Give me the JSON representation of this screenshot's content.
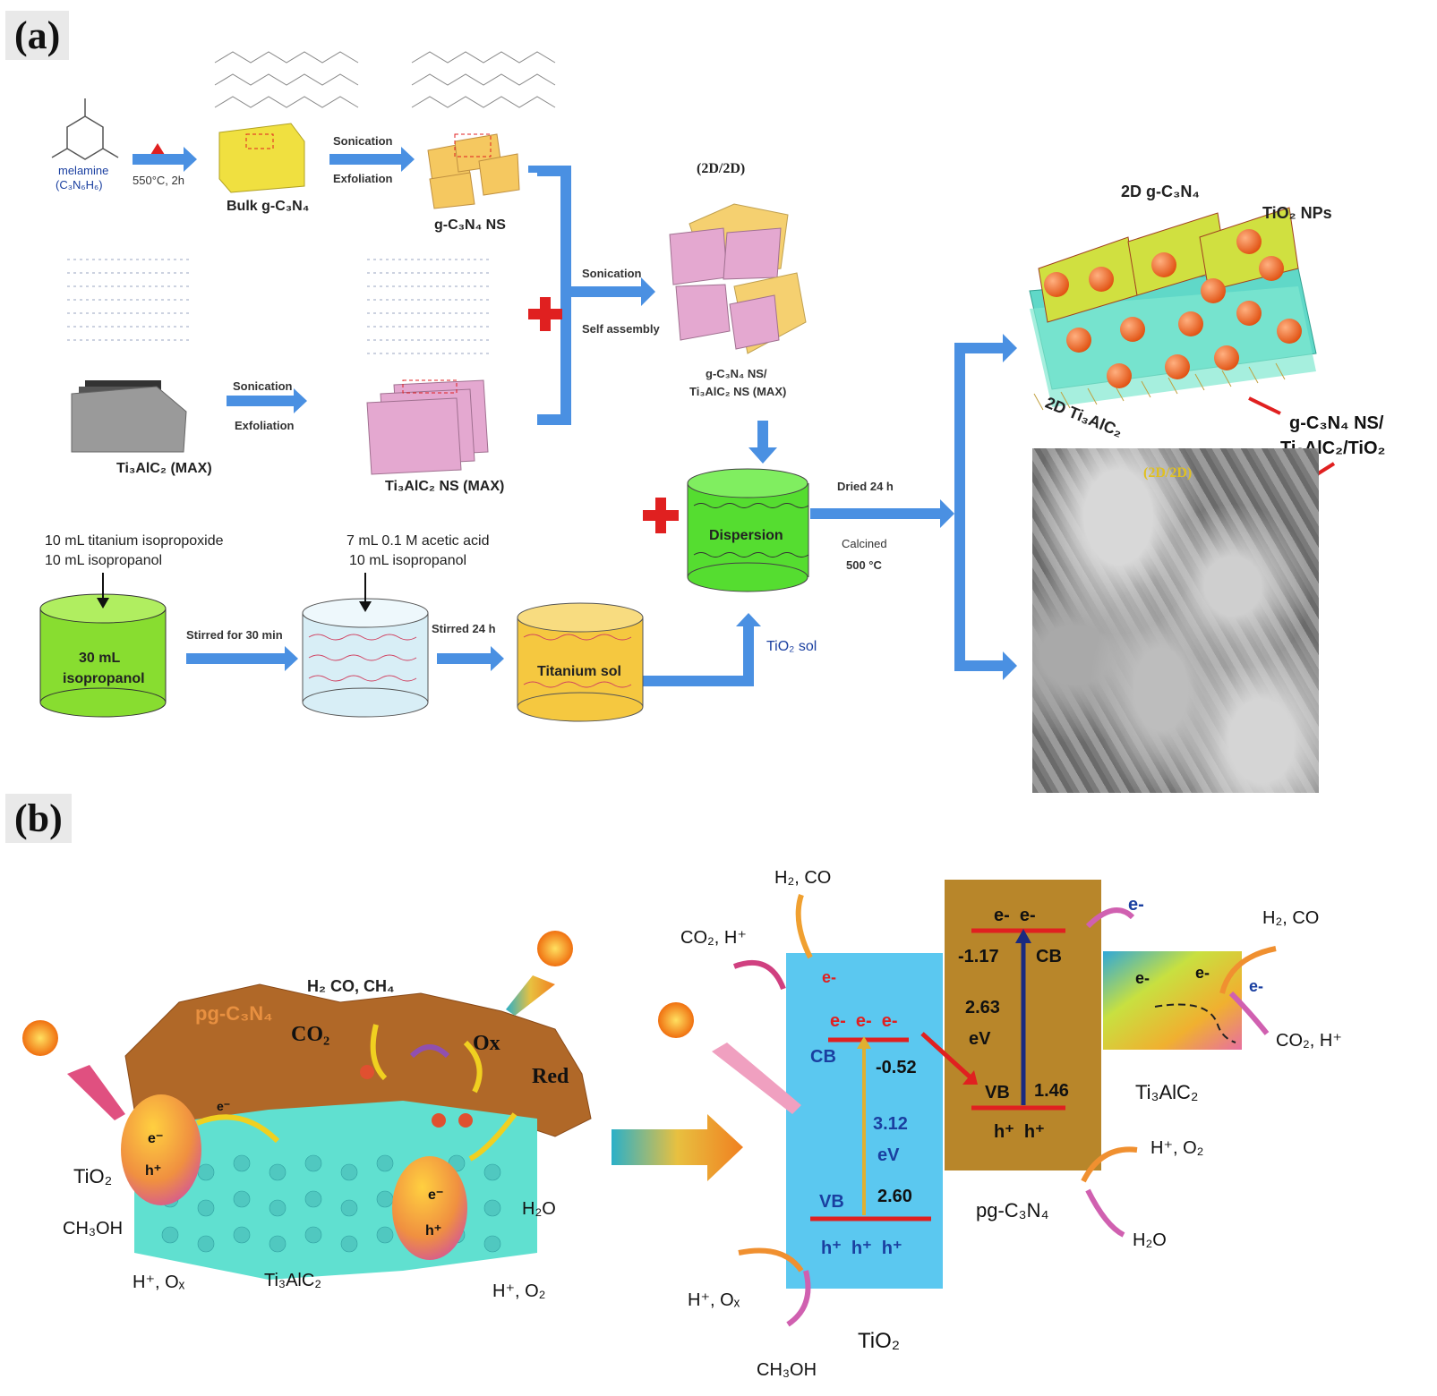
{
  "panel_a": {
    "label": "(a)",
    "melamine": {
      "name": "melamine",
      "formula": "(C₃N₆H₆)"
    },
    "step_heat": "550°C, 2h",
    "bulk_label": "Bulk g-C₃N₄",
    "son_exf_1": [
      "Sonication",
      "Exfoliation"
    ],
    "ns_label": "g-C₃N₄ NS",
    "max_label": "Ti₃AlC₂ (MAX)",
    "son_exf_2": [
      "Sonication",
      "Exfoliation"
    ],
    "max_ns_label": "Ti₃AlC₂ NS (MAX)",
    "assembly": [
      "Sonication",
      "Self assembly"
    ],
    "hetero_title": "(2D/2D)",
    "composite_label": [
      "g-C₃N₄ NS/",
      "Ti₃AlC₂ NS (MAX)"
    ],
    "dispersion": "Dispersion",
    "dried": "Dried 24 h",
    "calcined": [
      "Calcined",
      "500 °C"
    ],
    "tip_reagent": [
      "10 mL titanium isopropoxide",
      "10 mL isopropanol"
    ],
    "isopropanol_can": [
      "30 mL",
      "isopropanol"
    ],
    "stirred_30": "Stirred for 30 min",
    "acetic_reagent": [
      "7 mL 0.1 M acetic acid",
      "10 mL isopropanol"
    ],
    "stirred_24": "Stirred 24 h",
    "titanium_sol": "Titanium sol",
    "tio2_sol": "TiO₂ sol",
    "label_2d_gcn": "2D g-C₃N₄",
    "label_tio2_nps": "TiO₂ NPs",
    "label_2d_ti3alc2": "2D Ti₃AlC₂",
    "product": [
      "g-C₃N₄ NS/",
      "Ti₃AlC₂/TiO₂"
    ],
    "sem_label": "(2D/2D)"
  },
  "panel_b": {
    "label": "(b)",
    "left": {
      "pg_label": "pg-C₃N₄",
      "gases_top": "H₂ CO, CH₄",
      "co2": "CO₂",
      "ox": "Ox",
      "red": "Red",
      "tio2": "TiO₂",
      "ch3oh": "CH₃OH",
      "products_left": "H⁺, Oₓ",
      "ti3alc2": "Ti₃AlC₂",
      "h2o": "H₂O",
      "products_right": "H⁺, O₂",
      "electron": "e⁻",
      "hole": "h⁺"
    },
    "right": {
      "h2co_top": "H₂, CO",
      "co2h_left": "CO₂, H⁺",
      "tio2_cb": "CB",
      "tio2_cb_val": "-0.52",
      "tio2_gap": [
        "3.12",
        "eV"
      ],
      "tio2_vb": "VB",
      "tio2_vb_val": "2.60",
      "holes_tio2": "h⁺  h⁺  h⁺",
      "electrons_tio2": "e-  e-  e-",
      "hox_bottom": "H⁺, Oₓ",
      "ch3oh_bottom": "CH₃OH",
      "tio2_label": "TiO₂",
      "pg_cb_val": "-1.17",
      "pg_cb": "CB",
      "pg_gap": [
        "2.63",
        "eV"
      ],
      "pg_vb": "VB",
      "pg_vb_val": "1.46",
      "holes_pg": "h⁺  h⁺",
      "electrons_pg": "e-  e-",
      "pg_label": "pg-C₃N₄",
      "e_out": "e-",
      "h2co_right": "H₂, CO",
      "co2h_right": "CO₂, H⁺",
      "ti3alc2_label": "Ti₃AlC₂",
      "ho2": "H⁺, O₂",
      "h2o": "H₂O",
      "e_label": "e-"
    }
  },
  "colors": {
    "flow_arrow": "#4a90e2",
    "red_plus": "#e02020",
    "tio2_box": "#5bc8f0",
    "pg_box": "#b8862a",
    "band_line": "#e02020",
    "sun": "#f5a623"
  }
}
